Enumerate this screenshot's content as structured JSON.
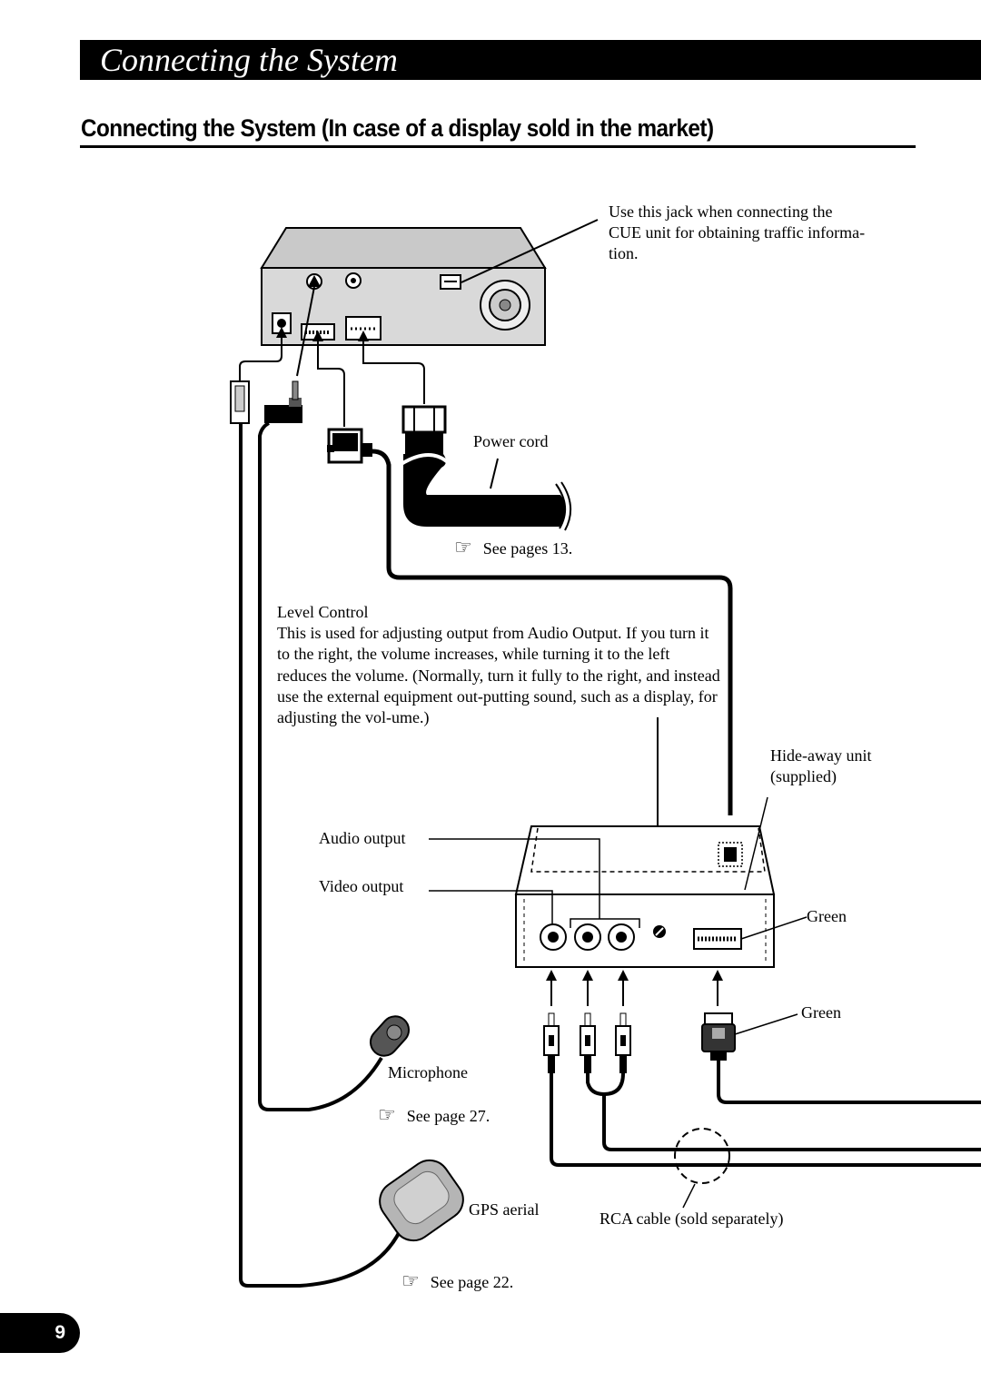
{
  "header": {
    "title": "Connecting the System"
  },
  "section": {
    "title": "Connecting the System (In case of a display sold in the market)"
  },
  "labels": {
    "cue_jack_line1": "Use this jack when connecting the",
    "cue_jack_line2": "CUE unit for obtaining traffic informa-",
    "cue_jack_line3": "tion.",
    "power_cord": "Power cord",
    "see_pages_13": "See pages 13.",
    "level_control_title": "Level Control",
    "level_control_body": "This is used for adjusting output from Audio Output. If you turn it to the right, the volume increases, while turning it to the left reduces the volume. (Normally, turn it fully to the right, and instead use the external equipment out-putting sound, such as a display, for adjusting the vol-ume.)",
    "hideaway_line1": "Hide-away unit",
    "hideaway_line2": "(supplied)",
    "audio_output": "Audio output",
    "video_output": "Video output",
    "green_top": "Green",
    "green_bottom": "Green",
    "microphone": "Microphone",
    "see_page_27": "See page 27.",
    "gps_aerial": "GPS aerial",
    "see_page_22": "See page 22.",
    "rca_cable": "RCA cable (sold separately)",
    "reference_icon": "☞"
  },
  "page": {
    "number": "9"
  }
}
